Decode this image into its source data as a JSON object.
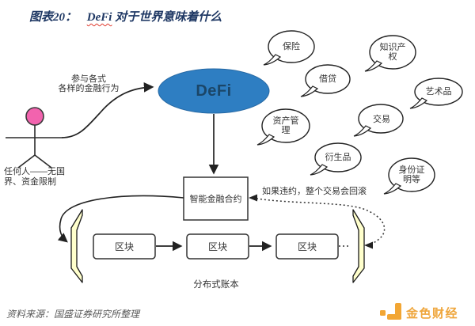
{
  "title": {
    "prefix": "图表20：",
    "defi_word": "DeFi",
    "suffix": "对于世界意味着什么"
  },
  "actor": {
    "label": "任何人——无国界、资金限制",
    "action_label": "参与各式\n各样的金融行为"
  },
  "defi_label": "DeFi",
  "bubbles": [
    {
      "label": "保险"
    },
    {
      "label": "知识产权"
    },
    {
      "label": "借贷"
    },
    {
      "label": "艺术品"
    },
    {
      "label": "资产管理"
    },
    {
      "label": "交易"
    },
    {
      "label": "衍生品"
    },
    {
      "label": "身份证明等"
    }
  ],
  "contract": {
    "label": "智能金融合约",
    "rollback_note": "如果违约，整个交易会回滚"
  },
  "blockchain": {
    "blocks": [
      {
        "label": "区块"
      },
      {
        "label": "区块"
      },
      {
        "label": "区块"
      }
    ],
    "ledger_label": "分布式账本"
  },
  "footer": {
    "source": "资料来源：国盛证券研究所整理",
    "logo_text": "金色财经"
  },
  "colors": {
    "defi_blue": "#2e7ec2",
    "defi_text": "#1b4668",
    "title_navy": "#1f3864",
    "head_pink": "#f263ae",
    "bracket_yellow": "#ffffcc",
    "logo_gold": "#f2a634",
    "line_dark": "#2a2a2a",
    "source_gray": "#595959"
  }
}
